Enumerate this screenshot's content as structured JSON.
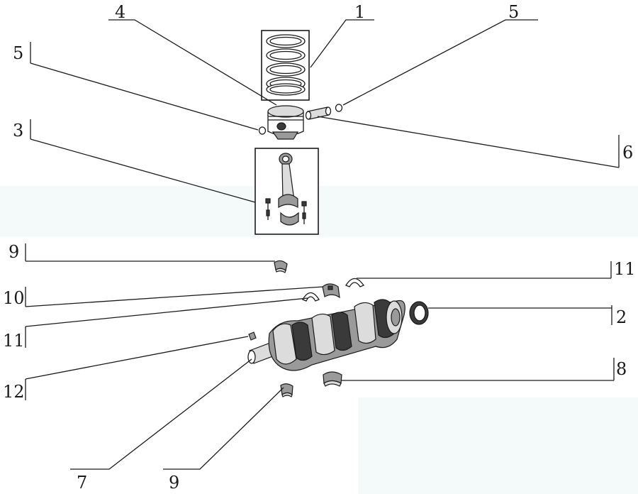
{
  "labels": [
    {
      "id": "piston-ring-set",
      "text": "1"
    },
    {
      "id": "oil-seal",
      "text": "2"
    },
    {
      "id": "connecting-rod",
      "text": "3"
    },
    {
      "id": "piston",
      "text": "4"
    },
    {
      "id": "circlip-left",
      "text": "5"
    },
    {
      "id": "circlip-right",
      "text": "5"
    },
    {
      "id": "piston-pin",
      "text": "6"
    },
    {
      "id": "crankshaft",
      "text": "7"
    },
    {
      "id": "main-bearing-lower",
      "text": "8"
    },
    {
      "id": "bearing-shell-top",
      "text": "9"
    },
    {
      "id": "bearing-shell-bottom",
      "text": "9"
    },
    {
      "id": "thrust-bearing",
      "text": "10"
    },
    {
      "id": "thrust-washer-right",
      "text": "11"
    },
    {
      "id": "thrust-washer-left",
      "text": "11"
    },
    {
      "id": "pilot-bearing",
      "text": "12"
    }
  ],
  "colors": {
    "ink": "#1a1a1a",
    "background": "#ffffff",
    "tint": "#f4f9fa"
  }
}
